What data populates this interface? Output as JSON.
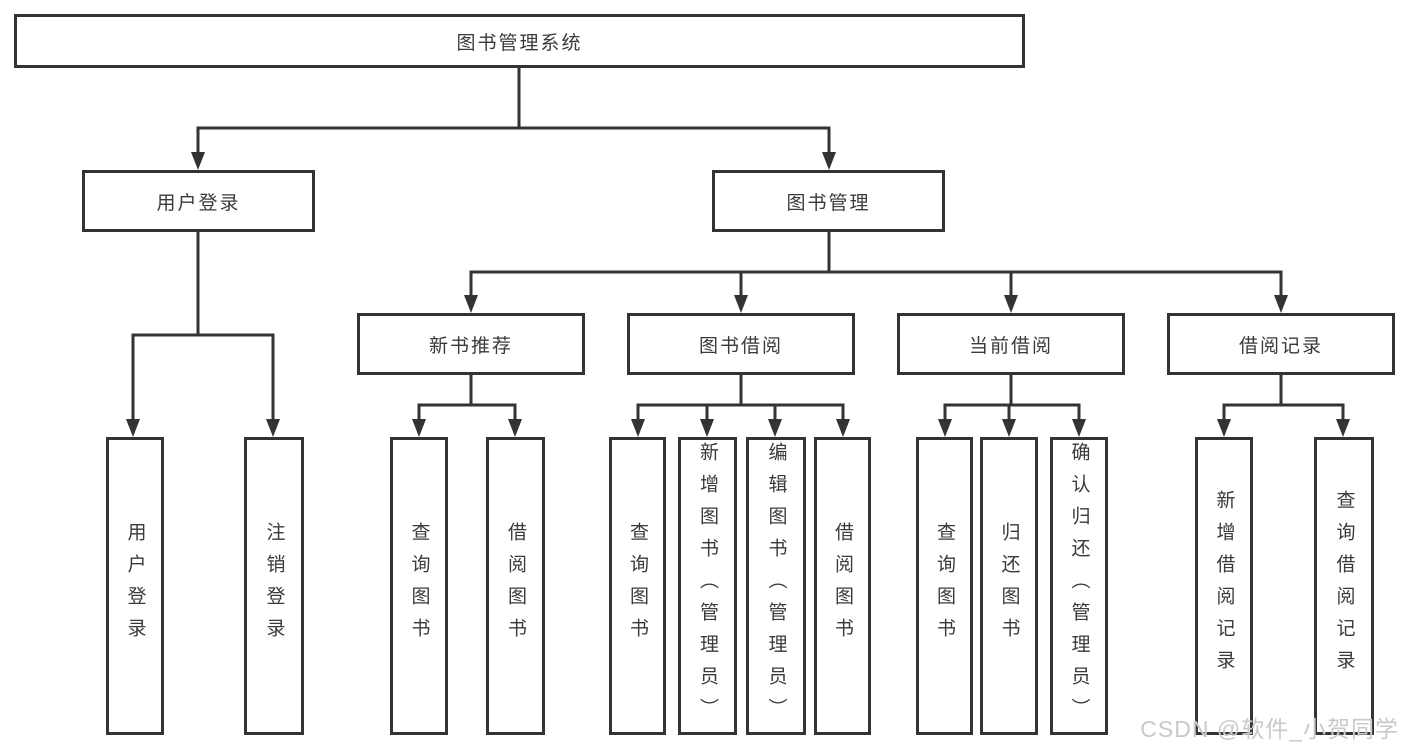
{
  "nodes": {
    "root": {
      "label": "图书管理系统"
    },
    "user_login": {
      "label": "用户登录"
    },
    "book_mgmt": {
      "label": "图书管理"
    },
    "new_book_rec": {
      "label": "新书推荐"
    },
    "book_borrow": {
      "label": "图书借阅"
    },
    "cur_borrow": {
      "label": "当前借阅"
    },
    "borrow_rec": {
      "label": "借阅记录"
    },
    "ul_login": {
      "label": "用户登录"
    },
    "ul_logout": {
      "label": "注销登录"
    },
    "nb_query": {
      "label": "查询图书"
    },
    "nb_borrow": {
      "label": "借阅图书"
    },
    "bb_query": {
      "label": "查询图书"
    },
    "bb_add": {
      "label": "新增图书（管理员）"
    },
    "bb_edit": {
      "label": "编辑图书（管理员）"
    },
    "bb_borrow": {
      "label": "借阅图书"
    },
    "cb_query": {
      "label": "查询图书"
    },
    "cb_return": {
      "label": "归还图书"
    },
    "cb_confirm": {
      "label": "确认归还（管理员）"
    },
    "br_add": {
      "label": "新增借阅记录"
    },
    "br_query": {
      "label": "查询借阅记录"
    }
  },
  "structure": [
    {
      "parent": "图书管理系统",
      "children": [
        "用户登录",
        "图书管理"
      ]
    },
    {
      "parent": "用户登录",
      "children": [
        "用户登录",
        "注销登录"
      ]
    },
    {
      "parent": "图书管理",
      "children": [
        "新书推荐",
        "图书借阅",
        "当前借阅",
        "借阅记录"
      ]
    },
    {
      "parent": "新书推荐",
      "children": [
        "查询图书",
        "借阅图书"
      ]
    },
    {
      "parent": "图书借阅",
      "children": [
        "查询图书",
        "新增图书（管理员）",
        "编辑图书（管理员）",
        "借阅图书"
      ]
    },
    {
      "parent": "当前借阅",
      "children": [
        "查询图书",
        "归还图书",
        "确认归还（管理员）"
      ]
    },
    {
      "parent": "借阅记录",
      "children": [
        "新增借阅记录",
        "查询借阅记录"
      ]
    }
  ],
  "watermark": {
    "text": "CSDN @软件_小贺同学",
    "color": "#c9c9c9"
  },
  "colors": {
    "line": "#333333",
    "border": "#333333",
    "text": "#3a3a3a",
    "background": "#ffffff"
  }
}
